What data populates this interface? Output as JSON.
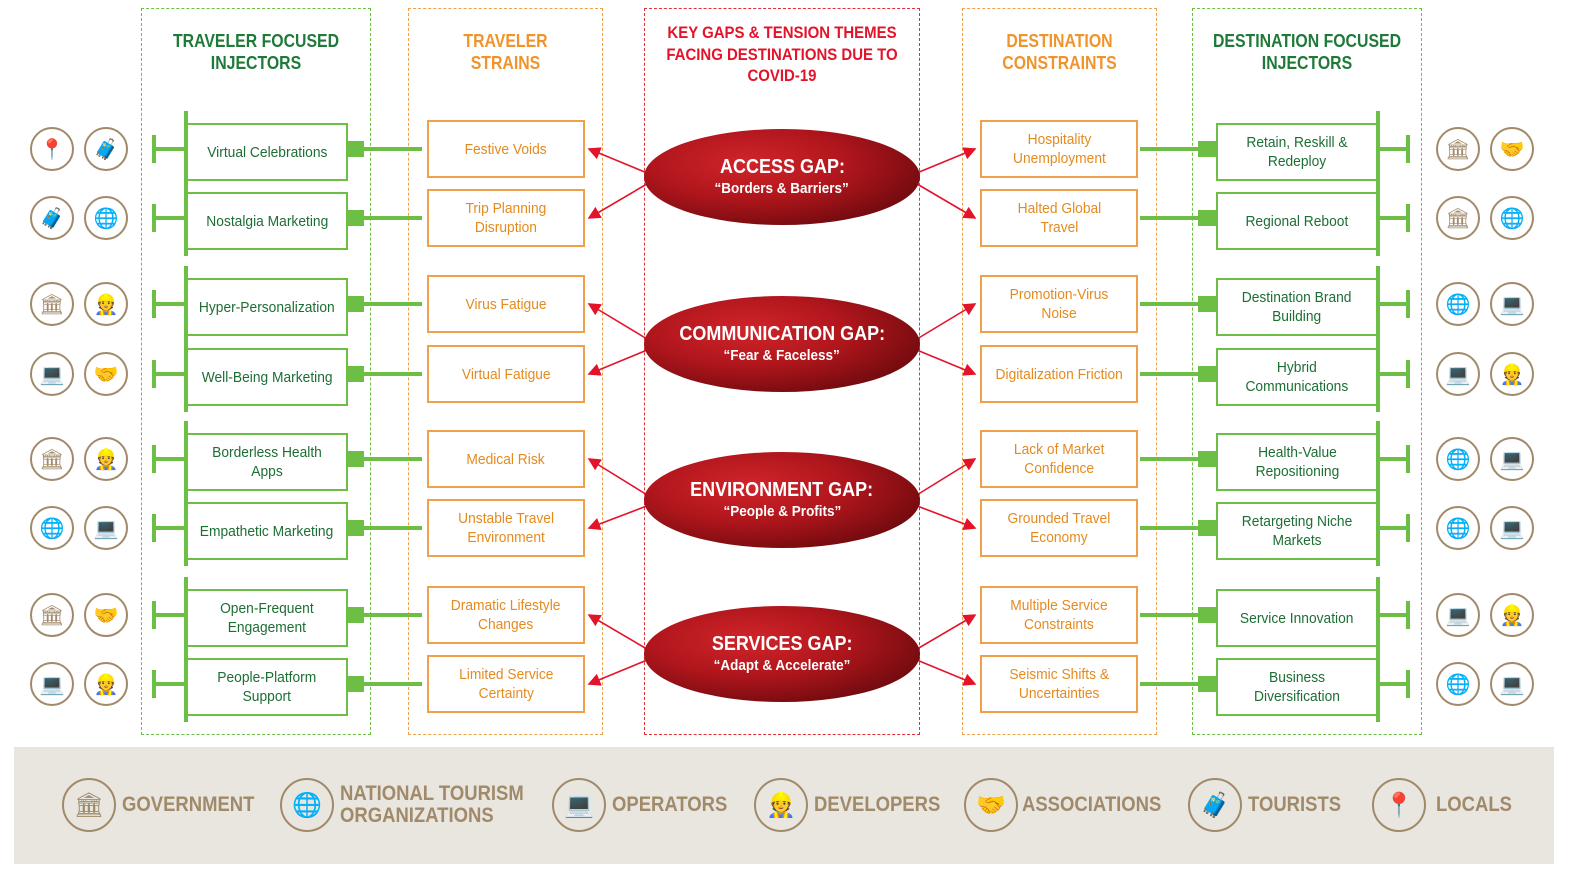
{
  "headers": {
    "traveler_injectors": [
      "TRAVELER FOCUSED",
      "INJECTORS"
    ],
    "traveler_strains": [
      "TRAVELER",
      "STRAINS"
    ],
    "key_gaps": [
      "KEY GAPS & TENSION THEMES",
      "FACING DESTINATIONS DUE TO",
      "COVID-19"
    ],
    "destination_constraints": [
      "DESTINATION",
      "CONSTRAINTS"
    ],
    "destination_injectors": [
      "DESTINATION FOCUSED",
      "INJECTORS"
    ]
  },
  "traveler_injectors": [
    [
      "Virtual Celebrations"
    ],
    [
      "Nostalgia Marketing"
    ],
    [
      "Hyper-Personalization"
    ],
    [
      "Well-Being Marketing"
    ],
    [
      "Borderless Health Apps"
    ],
    [
      "Empathetic Marketing"
    ],
    [
      "Open-Frequent",
      "Engagement"
    ],
    [
      "People-Platform",
      "Support"
    ]
  ],
  "traveler_strains": [
    [
      "Festive Voids"
    ],
    [
      "Trip Planning",
      "Disruption"
    ],
    [
      "Virus Fatigue"
    ],
    [
      "Virtual Fatigue"
    ],
    [
      "Medical Risk"
    ],
    [
      "Unstable Travel",
      "Environment"
    ],
    [
      "Dramatic Lifestyle",
      "Changes"
    ],
    [
      "Limited Service",
      "Certainty"
    ]
  ],
  "gaps": [
    {
      "title": "ACCESS GAP:",
      "subtitle": "“Borders & Barriers”"
    },
    {
      "title": "COMMUNICATION GAP:",
      "subtitle": "“Fear & Faceless”"
    },
    {
      "title": "ENVIRONMENT GAP:",
      "subtitle": "“People & Profits”"
    },
    {
      "title": "SERVICES GAP:",
      "subtitle": "“Adapt & Accelerate”"
    }
  ],
  "destination_constraints": [
    [
      "Hospitality",
      "Unemployment"
    ],
    [
      "Halted Global",
      "Travel"
    ],
    [
      "Promotion-Virus Noise"
    ],
    [
      "Digitalization Friction"
    ],
    [
      "Lack of Market",
      "Confidence"
    ],
    [
      "Grounded Travel",
      "Economy"
    ],
    [
      "Multiple Service",
      "Constraints"
    ],
    [
      "Seismic Shifts &",
      "Uncertainties"
    ]
  ],
  "destination_injectors": [
    [
      "Retain, Reskill &",
      "Redeploy"
    ],
    [
      "Regional Reboot"
    ],
    [
      "Destination Brand",
      "Building"
    ],
    [
      "Hybrid",
      "Communications"
    ],
    [
      "Health-Value",
      "Repositioning"
    ],
    [
      "Retargeting Niche",
      "Markets"
    ],
    [
      "Service Innovation"
    ],
    [
      "Business Diversification"
    ]
  ],
  "left_icons": [
    [
      "locals",
      "tourists"
    ],
    [
      "tourists",
      "nto"
    ],
    [
      "government",
      "developers"
    ],
    [
      "operators",
      "associations"
    ],
    [
      "government",
      "developers"
    ],
    [
      "nto",
      "operators"
    ],
    [
      "government",
      "associations"
    ],
    [
      "operators",
      "developers"
    ]
  ],
  "right_icons": [
    [
      "government",
      "associations"
    ],
    [
      "government",
      "nto"
    ],
    [
      "nto",
      "operators"
    ],
    [
      "operators",
      "developers"
    ],
    [
      "nto",
      "operators"
    ],
    [
      "nto",
      "operators"
    ],
    [
      "operators",
      "developers"
    ],
    [
      "nto",
      "operators"
    ]
  ],
  "legend": [
    {
      "icon": "government",
      "label": [
        "GOVERNMENT"
      ]
    },
    {
      "icon": "nto",
      "label": [
        "NATIONAL TOURISM",
        "ORGANIZATIONS"
      ]
    },
    {
      "icon": "operators",
      "label": [
        "OPERATORS"
      ]
    },
    {
      "icon": "developers",
      "label": [
        "DEVELOPERS"
      ]
    },
    {
      "icon": "associations",
      "label": [
        "ASSOCIATIONS"
      ]
    },
    {
      "icon": "tourists",
      "label": [
        "TOURISTS"
      ]
    },
    {
      "icon": "locals",
      "label": [
        "LOCALS"
      ]
    }
  ],
  "icon_glyphs": {
    "government": "🏛",
    "nto": "🌐",
    "operators": "💻",
    "developers": "👷",
    "associations": "🤝",
    "tourists": "🧳",
    "locals": "📍"
  },
  "colors": {
    "green": "#6dbe45",
    "dark_green": "#1d6e34",
    "orange": "#f0a04b",
    "red": "#e3142a",
    "icon": "#a08a6a"
  }
}
